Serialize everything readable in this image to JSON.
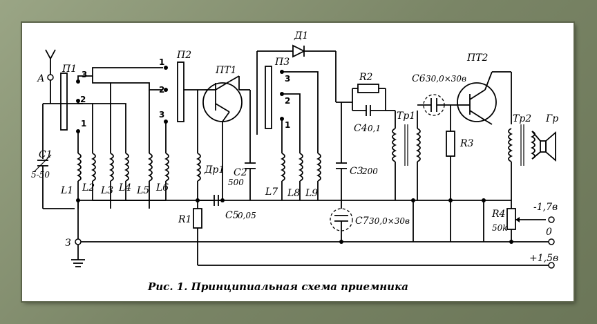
{
  "caption": "Рис. 1. Принципиальная схема приемника",
  "colors": {
    "frame": "#7f8a6b",
    "paper": "#ffffff",
    "ink": "#000000"
  },
  "components": {
    "antenna": "А",
    "ground_terminal": "З",
    "P1": "П1",
    "P2": "П2",
    "P3": "П3",
    "PT1": "ПТ1",
    "PT2": "ПТ2",
    "D1": "Д1",
    "C1": "C1",
    "C1_value": "5-50",
    "L1": "L1",
    "L2": "L2",
    "L3": "L3",
    "L4": "L4",
    "L5": "L5",
    "L6": "L6",
    "L7": "L7",
    "L8": "L8",
    "L9": "L9",
    "Dr1": "Др1",
    "C2": "C2",
    "C2_value": "500",
    "C3": "C3",
    "C3_value": "200",
    "C4": "C4",
    "C4_value": "0,1",
    "C5": "C5",
    "C5_value": "0,05",
    "C6": "C6",
    "C6_value": "30,0×30в",
    "C7": "C7",
    "C7_value": "30,0×30в",
    "R1": "R1",
    "R2": "R2",
    "R3": "R3",
    "R4": "R4",
    "R4_value": "50k",
    "Tr1": "Тр1",
    "Tr2": "Тр2",
    "Gr": "Гр",
    "pos1": "1",
    "pos2": "2",
    "pos3": "3"
  },
  "terminals": {
    "minus": "-1,7в",
    "zero": "0",
    "plus": "+1,5в"
  }
}
